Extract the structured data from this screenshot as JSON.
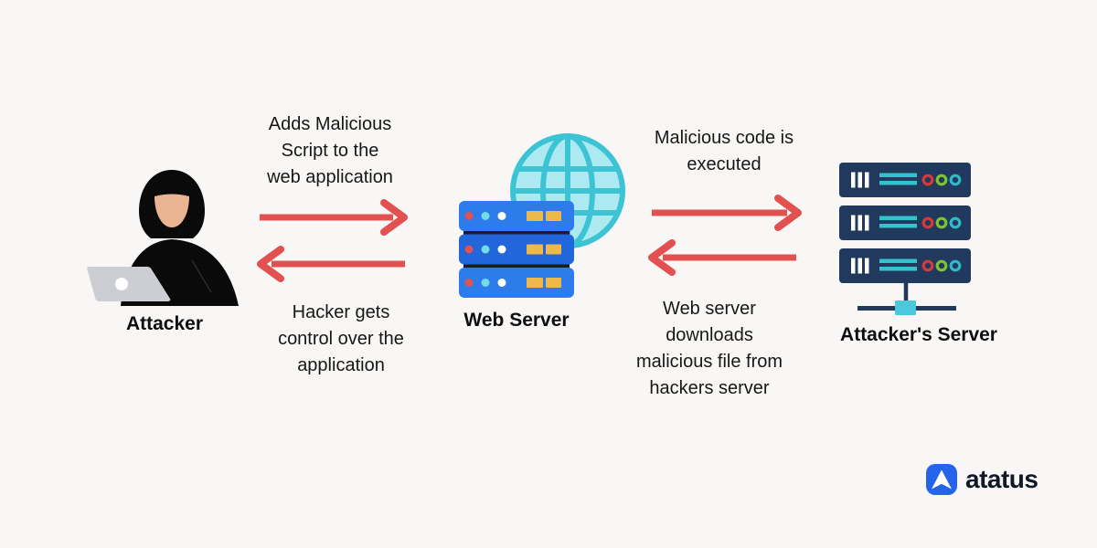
{
  "nodes": {
    "attacker": {
      "label": "Attacker",
      "icon": "hooded-hacker-with-laptop"
    },
    "web_server": {
      "label": "Web Server",
      "icon": "blue-server-rack-with-globe"
    },
    "attackers_server": {
      "label": "Attacker's Server",
      "icon": "navy-server-rack-with-stand"
    }
  },
  "flows": {
    "attacker_to_webserver": {
      "text": "Adds Malicious\nScript to the\nweb application",
      "direction": "right"
    },
    "webserver_to_attacker": {
      "text": "Hacker gets\ncontrol over the\napplication",
      "direction": "left"
    },
    "webserver_to_attackers_server": {
      "text": "Malicious code is\nexecuted",
      "direction": "right"
    },
    "attackers_server_to_webserver": {
      "text": "Web server\ndownloads\nmalicious file from\nhackers server",
      "direction": "left"
    }
  },
  "branding": {
    "logo_text": "atatus"
  },
  "colors": {
    "background": "#f8f7f5",
    "arrow_red": "#e25050",
    "text": "#171717",
    "server_blue": "#2e7ceb",
    "server_blue_dark": "#2166da",
    "server_separator": "#1b1b2e",
    "server_navy": "#21395c",
    "globe_fill": "#ace9f1",
    "globe_stroke": "#3cc4d5",
    "accent_yellow": "#eeb84a",
    "dot_red": "#e05252",
    "dot_cyan": "#74dce8",
    "ring_red": "#d63a3a",
    "ring_green": "#7cc530",
    "ring_cyan": "#2fb9c9",
    "stand_cyan": "#4cc8de",
    "logo_blue": "#2563eb",
    "skin": "#eab493",
    "laptop_gray": "#cdcdd4"
  }
}
